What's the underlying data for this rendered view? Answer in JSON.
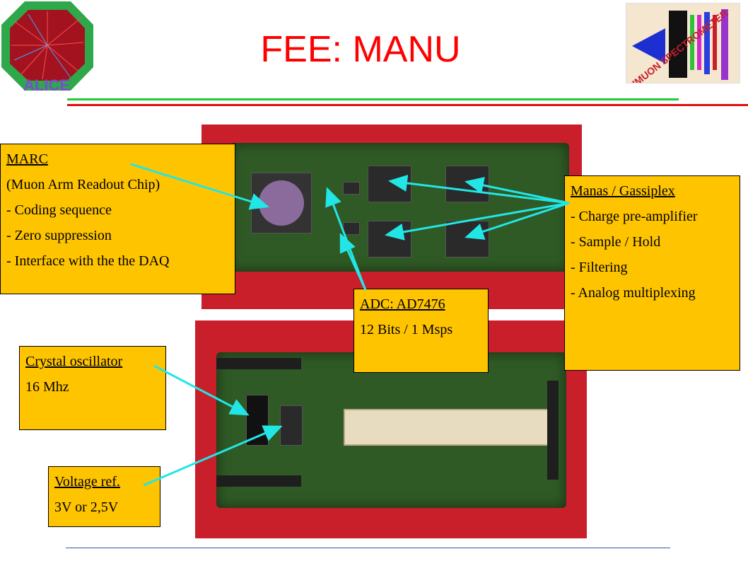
{
  "slide": {
    "title": "FEE: MANU"
  },
  "logos": {
    "left": {
      "text": "ALICE",
      "icon": "alice-logo"
    },
    "right": {
      "text": "DIMUON SPECTROMETER",
      "icon": "dimuon-spectrometer-logo"
    }
  },
  "callouts": {
    "marc": {
      "heading": "MARC",
      "lines": [
        "(Muon Arm Readout Chip)",
        "- Coding sequence",
        "- Zero suppression",
        "- Interface with the the DAQ"
      ]
    },
    "manas": {
      "heading": "Manas / Gassiplex",
      "lines": [
        "- Charge pre-amplifier",
        "- Sample / Hold",
        "- Filtering",
        "- Analog multiplexing"
      ]
    },
    "adc": {
      "heading": "ADC: AD7476",
      "lines": [
        "12 Bits / 1 Msps"
      ]
    },
    "crystal": {
      "heading": "Crystal oscillator",
      "lines": [
        "16 Mhz"
      ]
    },
    "vref": {
      "heading": "Voltage ref.",
      "lines": [
        "3V or 2,5V"
      ]
    }
  },
  "colors": {
    "title": "#ff0000",
    "callout_fill": "#ffc400",
    "arrow": "#22e6e6",
    "photo_background": "#c81f2a",
    "pcb": "#2f5a25"
  }
}
